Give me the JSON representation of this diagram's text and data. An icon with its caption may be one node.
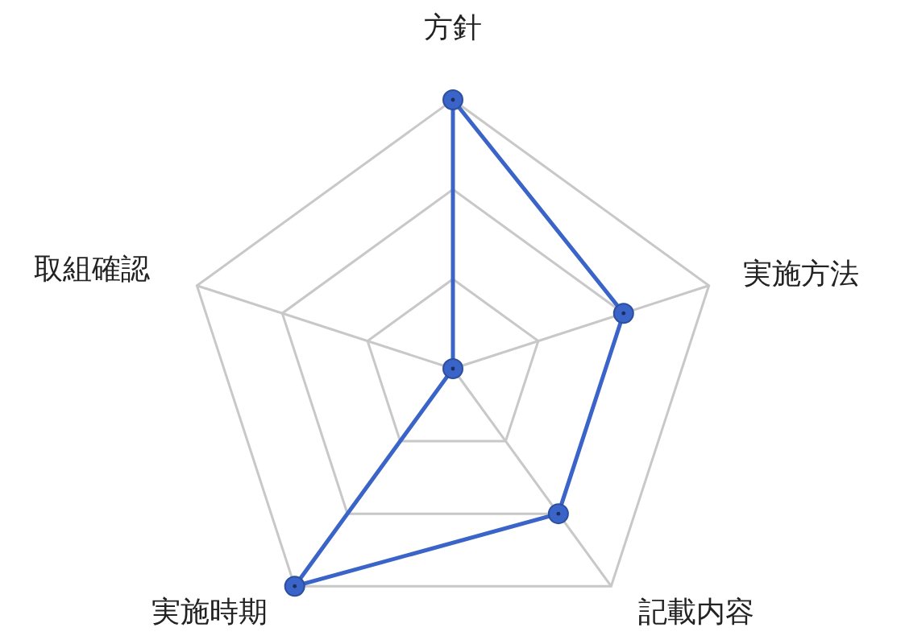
{
  "diagram": {
    "labels": [
      "方針",
      "実施方法",
      "記載内容",
      "実施時期",
      "取組確認"
    ]
  }
}
